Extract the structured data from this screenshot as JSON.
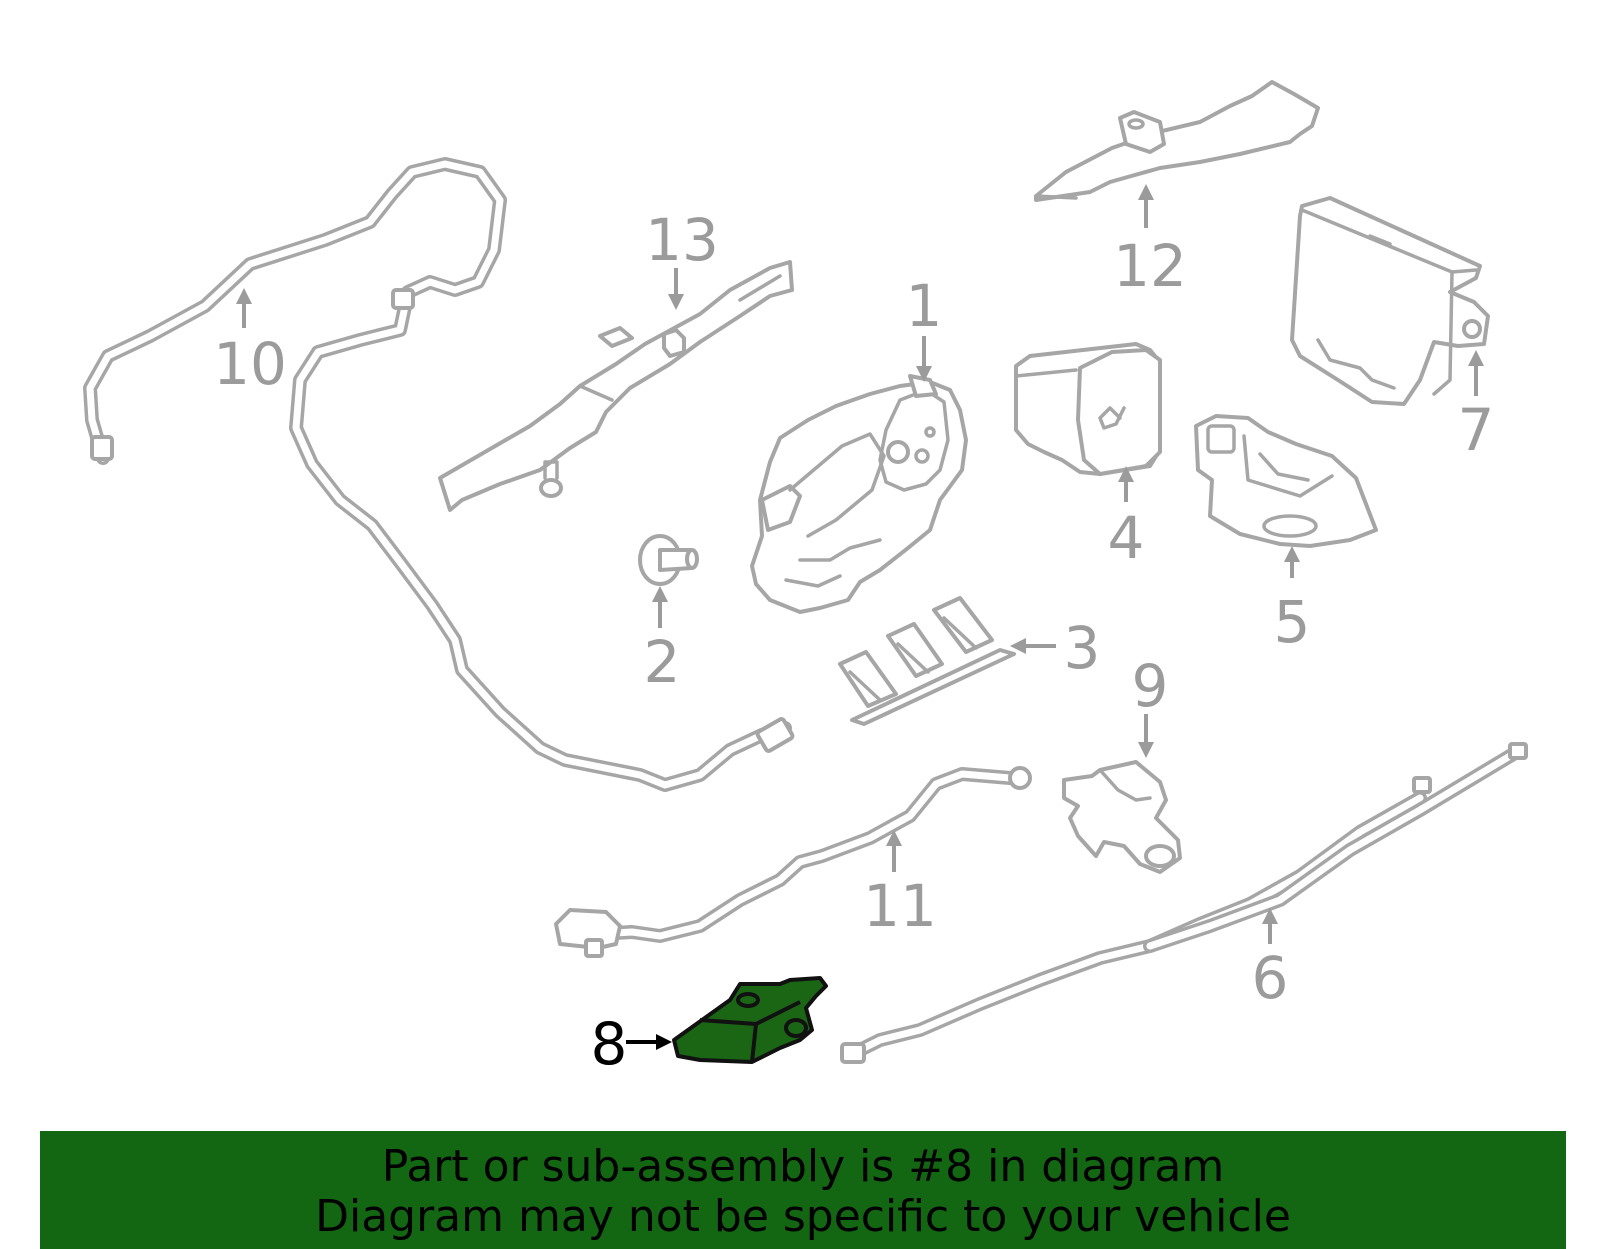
{
  "diagram": {
    "callouts": [
      "1",
      "2",
      "3",
      "4",
      "5",
      "6",
      "7",
      "8",
      "9",
      "10",
      "11",
      "12",
      "13"
    ],
    "highlighted_callout": "8",
    "highlight_color": "#1a6614",
    "part_stroke_color": "#a6a6a6"
  },
  "banner": {
    "line1": "Part or sub-assembly is #8 in diagram",
    "line2": "Diagram may not be specific to your vehicle",
    "background": "#136612"
  }
}
